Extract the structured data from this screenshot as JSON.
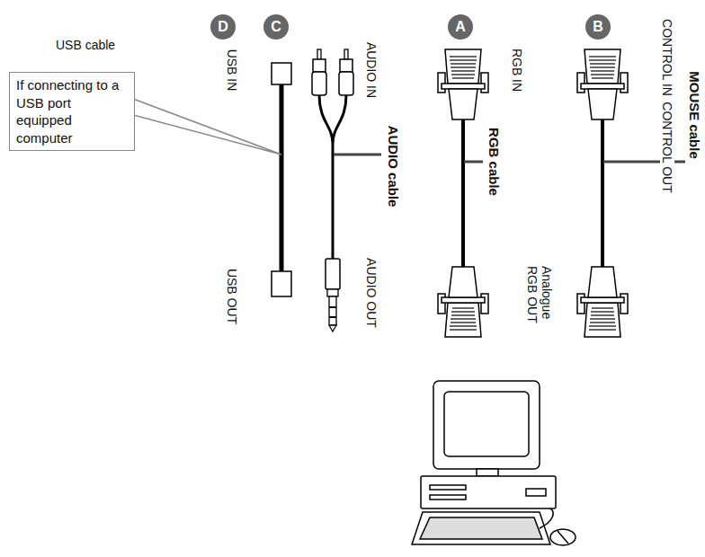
{
  "diagram": {
    "nodes": [
      {
        "text": [
          "D"
        ]
      },
      {
        "text": [
          "C"
        ]
      },
      {
        "text": [
          "A"
        ]
      },
      {
        "text": [
          "B"
        ]
      },
      {
        "text": [
          "If connecting to a USB port equipped computer"
        ]
      }
    ],
    "labels": [
      "USB cable",
      "USB IN",
      "USB OUT",
      "AUDIO IN",
      "AUDIO cable",
      "AUDIO OUT",
      "RGB IN",
      "RGB cable",
      "Analogue RGB OUT",
      "CONTROL IN",
      "CONTROL OUT",
      "MOUSE cable"
    ]
  }
}
